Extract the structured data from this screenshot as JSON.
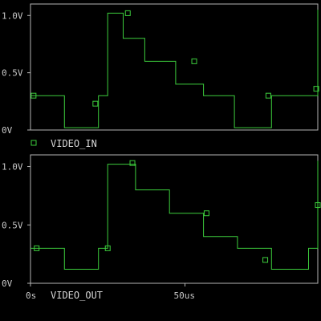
{
  "colors": {
    "background": "#000000",
    "trace": "#3ccc3c",
    "frame": "#b4b4b4",
    "text": "#c8c8c8"
  },
  "chart_data": [
    {
      "type": "line",
      "step": true,
      "series": [
        {
          "name": "VIDEO_IN",
          "x": [
            0,
            11,
            11,
            22,
            22,
            25,
            25,
            30,
            30,
            37,
            37,
            47,
            47,
            56,
            56,
            66,
            66,
            78,
            78,
            90,
            90,
            93,
            93
          ],
          "values": [
            0.3,
            0.3,
            0.02,
            0.02,
            0.3,
            0.3,
            1.02,
            1.02,
            0.8,
            0.8,
            0.6,
            0.6,
            0.4,
            0.4,
            0.3,
            0.3,
            0.02,
            0.02,
            0.3,
            0.3,
            0.3,
            0.3,
            1.05
          ],
          "markers": [
            [
              1,
              0.3
            ],
            [
              21,
              0.23
            ],
            [
              31.5,
              1.02
            ],
            [
              53,
              0.6
            ],
            [
              77,
              0.3
            ],
            [
              92.5,
              0.36
            ]
          ]
        }
      ],
      "ylim": [
        0,
        1.1
      ],
      "xlim": [
        0,
        93
      ],
      "yticks": [
        "1.0V",
        "0.5V",
        "0V"
      ],
      "ytick_values": [
        1.0,
        0.5,
        0.0
      ],
      "xticks": [],
      "legend": "bottom-left"
    },
    {
      "type": "line",
      "step": true,
      "series": [
        {
          "name": "VIDEO_OUT",
          "x": [
            0,
            11,
            11,
            22,
            22,
            25,
            25,
            34,
            34,
            45,
            45,
            56,
            56,
            67,
            67,
            78,
            78,
            90,
            90,
            93,
            93
          ],
          "values": [
            0.3,
            0.3,
            0.12,
            0.12,
            0.3,
            0.3,
            1.02,
            1.02,
            0.8,
            0.8,
            0.6,
            0.6,
            0.4,
            0.4,
            0.3,
            0.3,
            0.12,
            0.12,
            0.3,
            0.3,
            1.05
          ],
          "markers": [
            [
              2,
              0.3
            ],
            [
              25,
              0.3
            ],
            [
              33,
              1.03
            ],
            [
              57,
              0.6
            ],
            [
              76,
              0.2
            ],
            [
              93,
              0.67
            ]
          ]
        }
      ],
      "ylim": [
        0,
        1.1
      ],
      "xlim": [
        0,
        93
      ],
      "yticks": [
        "1.0V",
        "0.5V",
        "0V"
      ],
      "ytick_values": [
        1.0,
        0.5,
        0.0
      ],
      "xticks": [
        "0s",
        "50us"
      ],
      "xtick_values": [
        0,
        50
      ],
      "legend": "bottom-left"
    }
  ]
}
